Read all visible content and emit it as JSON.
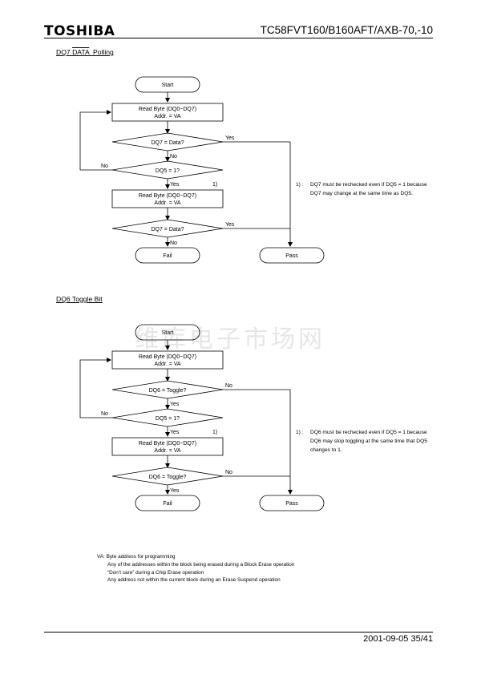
{
  "header": {
    "logo": "TOSHIBA",
    "part_number": "TC58FVT160/B160AFT/AXB-70,-10"
  },
  "dq7": {
    "title_pre": "DQ7 ",
    "title_over": "DATA",
    "title_post": "  Polling",
    "start": "Start",
    "read1_line1": "Read Byte (DQ0~DQ7)",
    "read1_line2": "Addr. = VA",
    "dec1": "DQ7 = Data?",
    "dec1_yes": "Yes",
    "dec1_no": "No",
    "dec2": "DQ5 = 1?",
    "dec2_no": "No",
    "dec2_yes": "Yes",
    "note_ref": "1)",
    "read2_line1": "Read Byte (DQ0~DQ7)",
    "read2_line2": "Addr. = VA",
    "dec3": "DQ7 = Data?",
    "dec3_yes": "Yes",
    "dec3_no": "No",
    "fail": "Fail",
    "pass": "Pass",
    "note_num": "1) :",
    "note_text": "DQ7 must be rechecked even if DQ5 = 1 because DQ7 may change at the same time as DQ5."
  },
  "dq6": {
    "title": "DQ6 Toggle Bit",
    "start": "Start",
    "read1_line1": "Read Byte (DQ0~DQ7)",
    "read1_line2": "Addr. = VA",
    "dec1": "DQ6 = Toggle?",
    "dec1_no": "No",
    "dec1_yes": "Yes",
    "dec2": "DQ5 = 1?",
    "dec2_no": "No",
    "dec2_yes": "Yes",
    "note_ref": "1)",
    "read2_line1": "Read Byte (DQ0~DQ7)",
    "read2_line2": "Addr. = VA",
    "dec3": "DQ6 = Toggle?",
    "dec3_no": "No",
    "dec3_yes": "Yes",
    "fail": "Fail",
    "pass": "Pass",
    "note_num": "1) :",
    "note_text": "DQ6 must be rechecked even if DQ5 = 1 because DQ6 may stop toggling at the same time that DQ5 changes to 1."
  },
  "watermark": "维库电子市场网",
  "va_notes": {
    "line1": "VA: Byte address for programming",
    "line2": "Any of the addresses within the block being erased during a Block Erase operation",
    "line3": "“Don’t care” during a Chip Erase operation",
    "line4": "Any address not within the current block during an Erase Suspend operation"
  },
  "footer": {
    "date_page": "2001-09-05 35/41"
  }
}
